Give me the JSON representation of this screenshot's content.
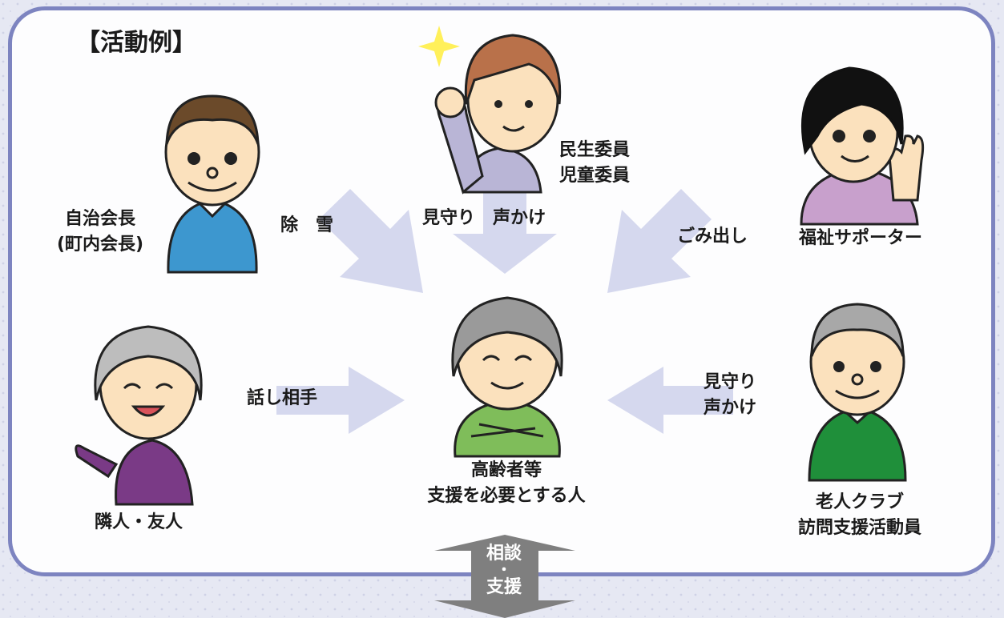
{
  "title": "【活動例】",
  "center_person": {
    "line1": "高齢者等",
    "line2": "支援を必要とする人"
  },
  "supporters": {
    "chairman": {
      "line1": "自治会長",
      "line2": "(町内会長)"
    },
    "welfare_commissioner": {
      "line1": "民生委員",
      "line2": "児童委員"
    },
    "welfare_supporter": {
      "label": "福祉サポーター"
    },
    "neighbor": {
      "label": "隣人・友人"
    },
    "senior_club": {
      "line1": "老人クラブ",
      "line2": "訪問支援活動員"
    }
  },
  "activities": {
    "snow": "除　雪",
    "watch_call_top": "見守り　声かけ",
    "garbage": "ごみ出し",
    "talk": "話し相手",
    "watch_right_1": "見守り",
    "watch_right_2": "声かけ"
  },
  "bottom_arrow": {
    "line1": "相談",
    "line2": "・",
    "line3": "支援"
  },
  "colors": {
    "border": "#7d84c0",
    "arrow": "#d5d8ee",
    "bottom_arrow": "#7f7f7f"
  }
}
